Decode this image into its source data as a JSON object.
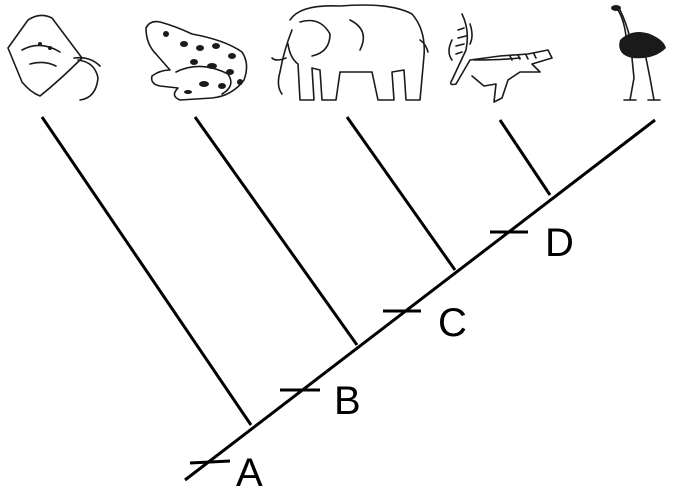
{
  "diagram": {
    "type": "cladogram",
    "taxa": [
      {
        "id": "stingray",
        "icon": "stingray-icon"
      },
      {
        "id": "frog",
        "icon": "frog-icon"
      },
      {
        "id": "elephant",
        "icon": "elephant-icon"
      },
      {
        "id": "crocodile",
        "icon": "crocodile-icon"
      },
      {
        "id": "ostrich",
        "icon": "ostrich-icon"
      }
    ],
    "character_labels": [
      "A",
      "B",
      "C",
      "D"
    ],
    "colors": {
      "line": "#000000",
      "background": "#ffffff"
    }
  }
}
